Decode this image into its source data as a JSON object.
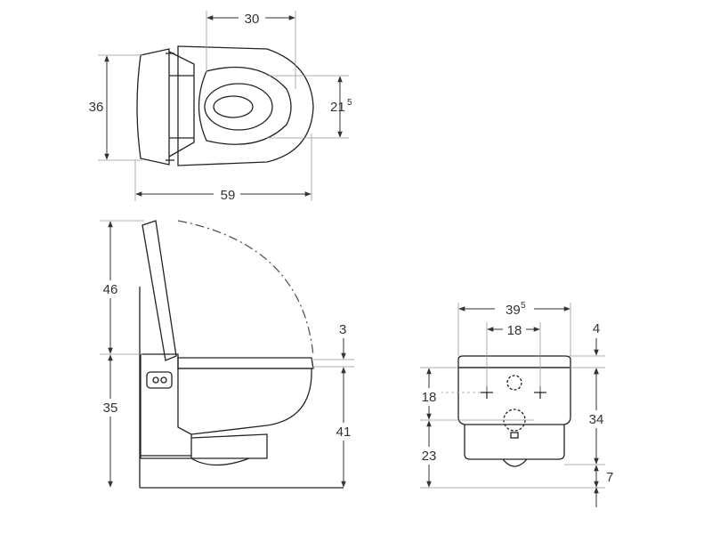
{
  "colors": {
    "line": "#222222",
    "dim": "#333333",
    "guide": "#999999",
    "background": "#ffffff"
  },
  "top_view": {
    "width_top": "30",
    "width_bottom": "59",
    "height_left": "36",
    "height_right_main": "21",
    "height_right_sup": "5"
  },
  "side_view": {
    "lid_height": "46",
    "seat_thickness": "3",
    "seat_height": "35",
    "total_height": "41"
  },
  "front_view": {
    "width_main": "39",
    "width_sup": "5",
    "bolt_spacing": "18",
    "top_offset": "4",
    "bolt_height": "18",
    "body_height": "34",
    "base_height": "23",
    "foot_offset": "7"
  }
}
